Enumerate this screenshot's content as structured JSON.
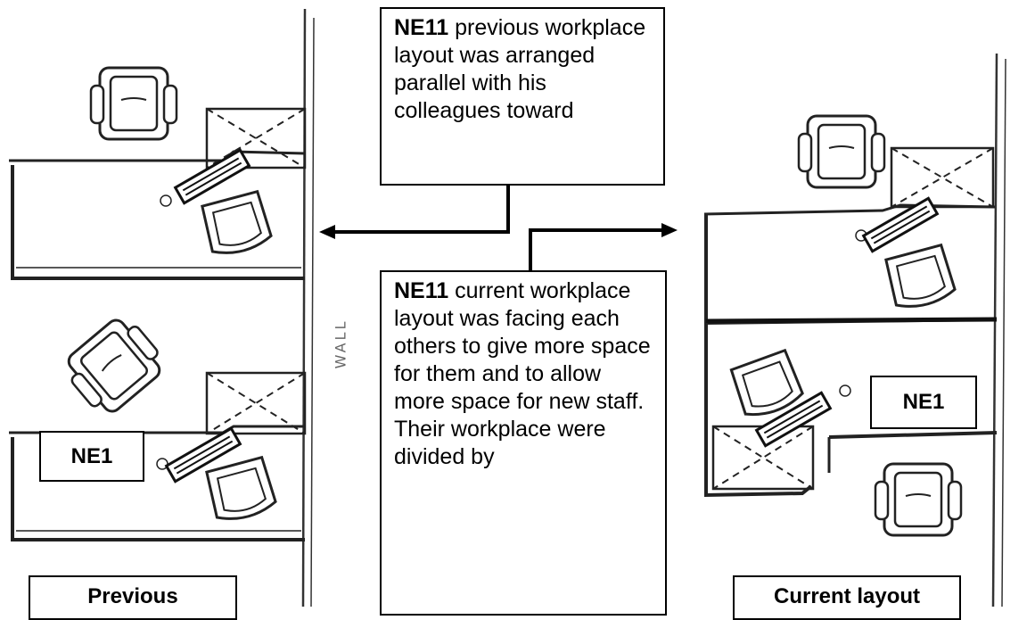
{
  "notes": {
    "previous": {
      "code": "NE11",
      "text": " previous workplace layout was arranged parallel with his colleagues toward"
    },
    "current": {
      "code": "NE11",
      "text": " current workplace layout was facing each others to give more space for them and to allow more space for new staff. Their workplace were divided by"
    }
  },
  "labels": {
    "ne1_left": "NE1",
    "ne1_right": "NE1",
    "previous": "Previous",
    "current": "Current layout",
    "wall": "WALL"
  }
}
